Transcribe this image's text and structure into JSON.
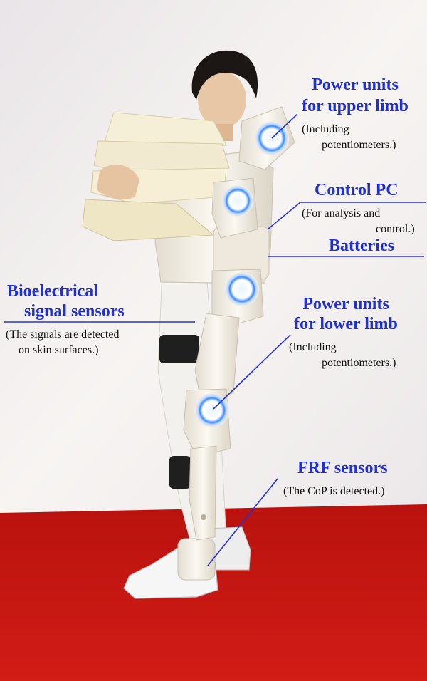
{
  "annotations": {
    "upper_limb": {
      "title_1": "Power units",
      "title_2": "for upper limb",
      "note_1": "(Including",
      "note_2": "potentiometers.)"
    },
    "control_pc": {
      "title": "Control PC",
      "note_1": "(For analysis and",
      "note_2": "control.)"
    },
    "batteries": {
      "title": "Batteries"
    },
    "bio_sensors": {
      "title_1": "Bioelectrical",
      "title_2": "signal sensors",
      "note_1": "(The signals are detected",
      "note_2": "on skin surfaces.)"
    },
    "lower_limb": {
      "title_1": "Power units",
      "title_2": "for lower limb",
      "note_1": "(Including",
      "note_2": "potentiometers.)"
    },
    "frf_sensors": {
      "title": "FRF sensors",
      "note": "(The CoP is detected.)"
    }
  },
  "colors": {
    "label_blue": "#1f2fd8",
    "leader_line": "#2233dd",
    "floor_red": "#c81812",
    "suit_white": "#f3efe6",
    "led_blue": "#3a8cff"
  }
}
